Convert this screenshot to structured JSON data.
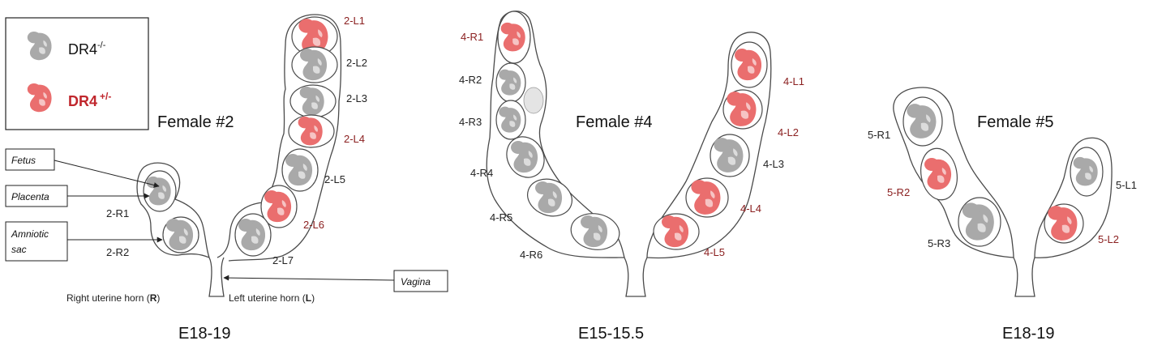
{
  "colors": {
    "knockout": "#a9a9a9",
    "heterozygous": "#ea6e6e",
    "het_label": "#8b2020",
    "outline": "#4a4a4a"
  },
  "legend": {
    "ko_label": "DR4",
    "ko_superscript": "-/-",
    "het_label": "DR4",
    "het_superscript": "+/-"
  },
  "callouts": {
    "fetus": "Fetus",
    "placenta": "Placenta",
    "amniotic_line1": "Amniotic",
    "amniotic_line2": "sac",
    "vagina": "Vagina"
  },
  "horns": {
    "right_prefix": "Right uterine horn (",
    "right_letter": "R",
    "right_suffix": ")",
    "left_prefix": "Left uterine horn (",
    "left_letter": "L",
    "left_suffix": ")"
  },
  "females": [
    {
      "title": "Female #2",
      "stage": "E18-19",
      "embryos": [
        {
          "id": "2-L1",
          "genotype": "het"
        },
        {
          "id": "2-L2",
          "genotype": "ko"
        },
        {
          "id": "2-L3",
          "genotype": "ko"
        },
        {
          "id": "2-L4",
          "genotype": "het"
        },
        {
          "id": "2-L5",
          "genotype": "ko"
        },
        {
          "id": "2-L6",
          "genotype": "het"
        },
        {
          "id": "2-L7",
          "genotype": "ko"
        },
        {
          "id": "2-R1",
          "genotype": "ko"
        },
        {
          "id": "2-R2",
          "genotype": "ko"
        }
      ]
    },
    {
      "title": "Female #4",
      "stage": "E15-15.5",
      "embryos": [
        {
          "id": "4-R1",
          "genotype": "het"
        },
        {
          "id": "4-R2",
          "genotype": "ko"
        },
        {
          "id": "4-R3",
          "genotype": "ko"
        },
        {
          "id": "4-R4",
          "genotype": "ko"
        },
        {
          "id": "4-R5",
          "genotype": "ko"
        },
        {
          "id": "4-R6",
          "genotype": "ko"
        },
        {
          "id": "4-L1",
          "genotype": "het"
        },
        {
          "id": "4-L2",
          "genotype": "het"
        },
        {
          "id": "4-L3",
          "genotype": "ko"
        },
        {
          "id": "4-L4",
          "genotype": "het"
        },
        {
          "id": "4-L5",
          "genotype": "het"
        }
      ]
    },
    {
      "title": "Female #5",
      "stage": "E18-19",
      "embryos": [
        {
          "id": "5-R1",
          "genotype": "ko"
        },
        {
          "id": "5-R2",
          "genotype": "het"
        },
        {
          "id": "5-R3",
          "genotype": "ko"
        },
        {
          "id": "5-L1",
          "genotype": "ko"
        },
        {
          "id": "5-L2",
          "genotype": "het"
        }
      ]
    }
  ]
}
